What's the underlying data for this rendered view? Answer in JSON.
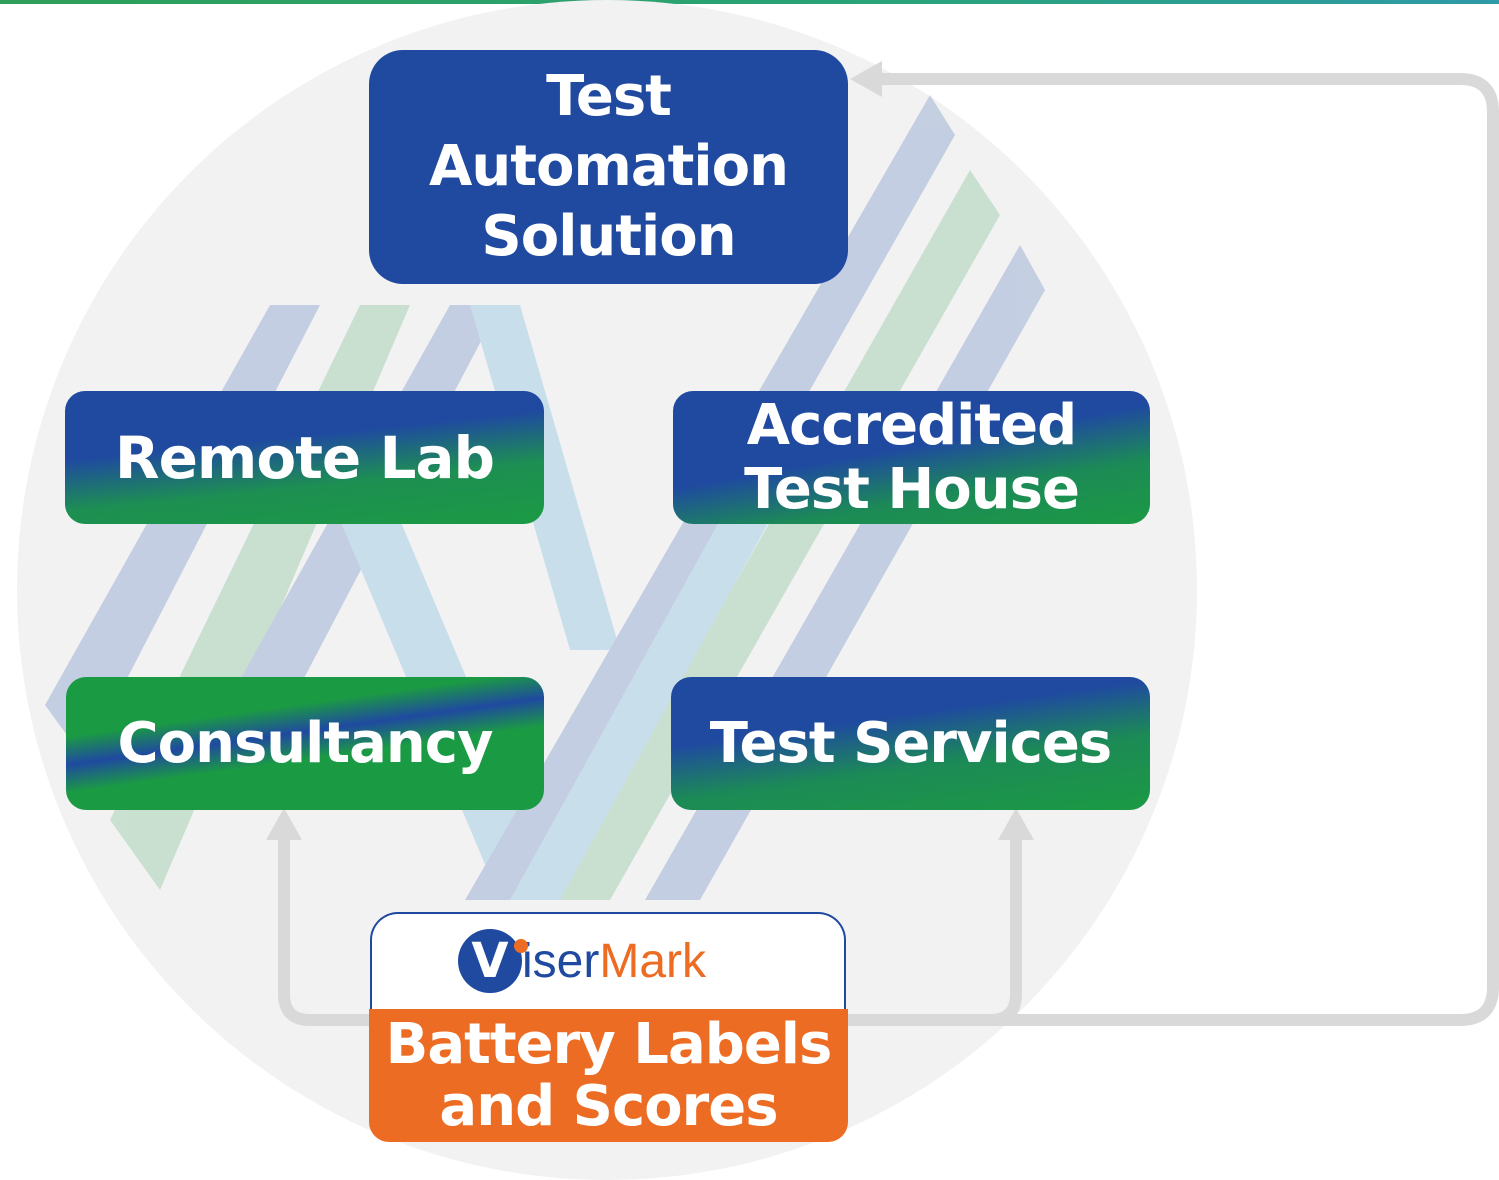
{
  "diagram": {
    "center": {
      "line1": "Test",
      "line2": "Automation",
      "line3": "Solution"
    },
    "remote_lab": "Remote Lab",
    "accredited": {
      "line1": "Accredited",
      "line2": "Test House"
    },
    "consultancy": "Consultancy",
    "test_services": "Test Services",
    "logo": {
      "mark": "V",
      "word_part1": "iser",
      "word_part2": "Mark"
    },
    "battery": {
      "line1": "Battery Labels",
      "line2": "and Scores"
    }
  },
  "colors": {
    "blue": "#1f4aa0",
    "green": "#1b9a44",
    "orange": "#ec6c23",
    "connector": "#d9d9d9",
    "circle": "#f2f2f2"
  },
  "icons": [
    "visermark-logo-icon",
    "arrow-up-icon",
    "arrow-left-icon"
  ]
}
